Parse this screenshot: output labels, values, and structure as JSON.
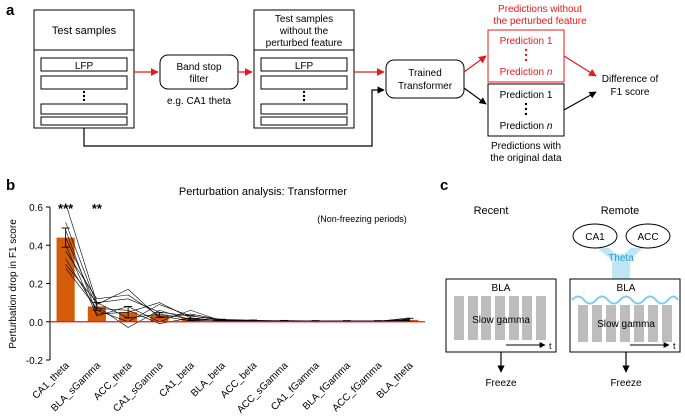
{
  "panel_labels": {
    "a": "a",
    "b": "b",
    "c": "c"
  },
  "colors": {
    "red": "#e8191a",
    "orange": "#d45b09",
    "gray": "#bdbdbd",
    "theta": "#1f9fd8",
    "theta_fill": "#bfe6f7"
  },
  "panel_a": {
    "test_samples": "Test samples",
    "lfp": "LFP",
    "band_stop_line1": "Band stop",
    "band_stop_line2": "filter",
    "band_stop_example": "e.g. CA1 theta",
    "test_wo_line1": "Test samples",
    "test_wo_line2": "without the",
    "test_wo_line3": "perturbed feature",
    "transformer_line1": "Trained",
    "transformer_line2": "Transformer",
    "pred_wo_line1": "Predictions without",
    "pred_wo_line2": "the perturbed feature",
    "prediction_1": "Prediction 1",
    "prediction_n_prefix": "Prediction ",
    "prediction_n_var": "n",
    "pred_with_line1": "Predictions with",
    "pred_with_line2": "the original data",
    "diff_line1": "Difference of",
    "diff_line2": "F1 score"
  },
  "chart_data": {
    "type": "bar",
    "title": "Perturbation analysis: Transformer",
    "annotation": "(Non-freezing periods)",
    "ylabel": "Perturbation drop in F1 score",
    "xlabel": "",
    "ylim": [
      -0.2,
      0.6
    ],
    "yticks": [
      -0.2,
      0,
      0.2,
      0.4,
      0.6
    ],
    "ytick_labels": [
      "-0.2",
      "0.0",
      "0.2",
      "0.4",
      "0.6"
    ],
    "categories": [
      "CA1_theta",
      "BLA_sGamma",
      "ACC_theta",
      "CA1_sGamma",
      "CA1_beta",
      "BLA_beta",
      "ACC_beta",
      "ACC_sGamma",
      "CA1_fGamma",
      "BLA_fGamma",
      "ACC_fGamma",
      "BLA_theta"
    ],
    "values": [
      0.44,
      0.08,
      0.05,
      0.035,
      0.02,
      0.008,
      0.005,
      0.004,
      0.003,
      0.003,
      0.003,
      0.01
    ],
    "errors": [
      0.05,
      0.02,
      0.03,
      0.012,
      0.012,
      0.005,
      0.004,
      0.003,
      0.003,
      0.003,
      0.003,
      0.008
    ],
    "significance": [
      "***",
      "**",
      "",
      "",
      "",
      "",
      "",
      "",
      "",
      "",
      "",
      ""
    ],
    "individual": [
      [
        0.62,
        0.1,
        0.12,
        0.05,
        0.03,
        0.012,
        0.008,
        0.004,
        0.002,
        0.003,
        0.004,
        0.012
      ],
      [
        0.52,
        0.09,
        0.17,
        0.02,
        0.04,
        0.01,
        0.006,
        0.005,
        0.003,
        0.002,
        0.004,
        0.008
      ],
      [
        0.48,
        0.04,
        0.05,
        0.1,
        0.02,
        0.005,
        0.004,
        0.003,
        0.004,
        0.004,
        0.003,
        0.02
      ],
      [
        0.44,
        0.08,
        -0.03,
        0.06,
        0.01,
        0.006,
        0.005,
        0.002,
        0.002,
        0.001,
        0.002,
        0.015
      ],
      [
        0.4,
        0.03,
        0.08,
        0.0,
        0.06,
        0.004,
        0.003,
        0.006,
        0.004,
        0.003,
        0.005,
        0.006
      ],
      [
        0.37,
        0.12,
        0.14,
        0.03,
        0.005,
        0.01,
        0.006,
        0.003,
        0.002,
        0.004,
        0.002,
        0.01
      ],
      [
        0.33,
        0.06,
        0.0,
        0.09,
        0.03,
        0.008,
        0.004,
        0.005,
        0.003,
        0.002,
        0.003,
        0.004
      ],
      [
        0.3,
        0.1,
        0.02,
        0.04,
        0.015,
        0.006,
        0.005,
        0.004,
        0.003,
        0.003,
        0.002,
        0.009
      ],
      [
        0.28,
        0.07,
        0.06,
        -0.01,
        0.02,
        0.003,
        0.002,
        0.003,
        0.002,
        0.004,
        0.003,
        0.007
      ]
    ],
    "grid": false
  },
  "panel_c": {
    "recent": "Recent",
    "remote": "Remote",
    "ca1": "CA1",
    "acc": "ACC",
    "theta": "Theta",
    "bla": "BLA",
    "slow_gamma": "Slow gamma",
    "t": "t",
    "freeze": "Freeze"
  }
}
